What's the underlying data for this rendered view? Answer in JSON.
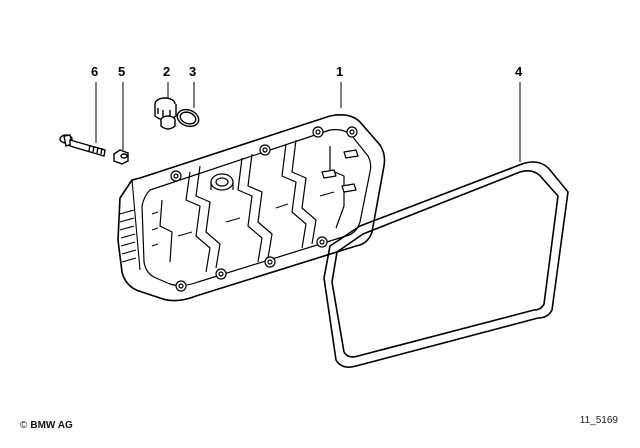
{
  "diagram": {
    "callouts": [
      {
        "id": "6",
        "label": "6"
      },
      {
        "id": "5",
        "label": "5"
      },
      {
        "id": "2",
        "label": "2"
      },
      {
        "id": "3",
        "label": "3"
      },
      {
        "id": "1",
        "label": "1"
      },
      {
        "id": "4",
        "label": "4"
      }
    ],
    "reference_number": "11_5169",
    "copyright_symbol": "©",
    "copyright_text": "BMW AG"
  },
  "colors": {
    "line": "#000000",
    "background": "#ffffff"
  }
}
